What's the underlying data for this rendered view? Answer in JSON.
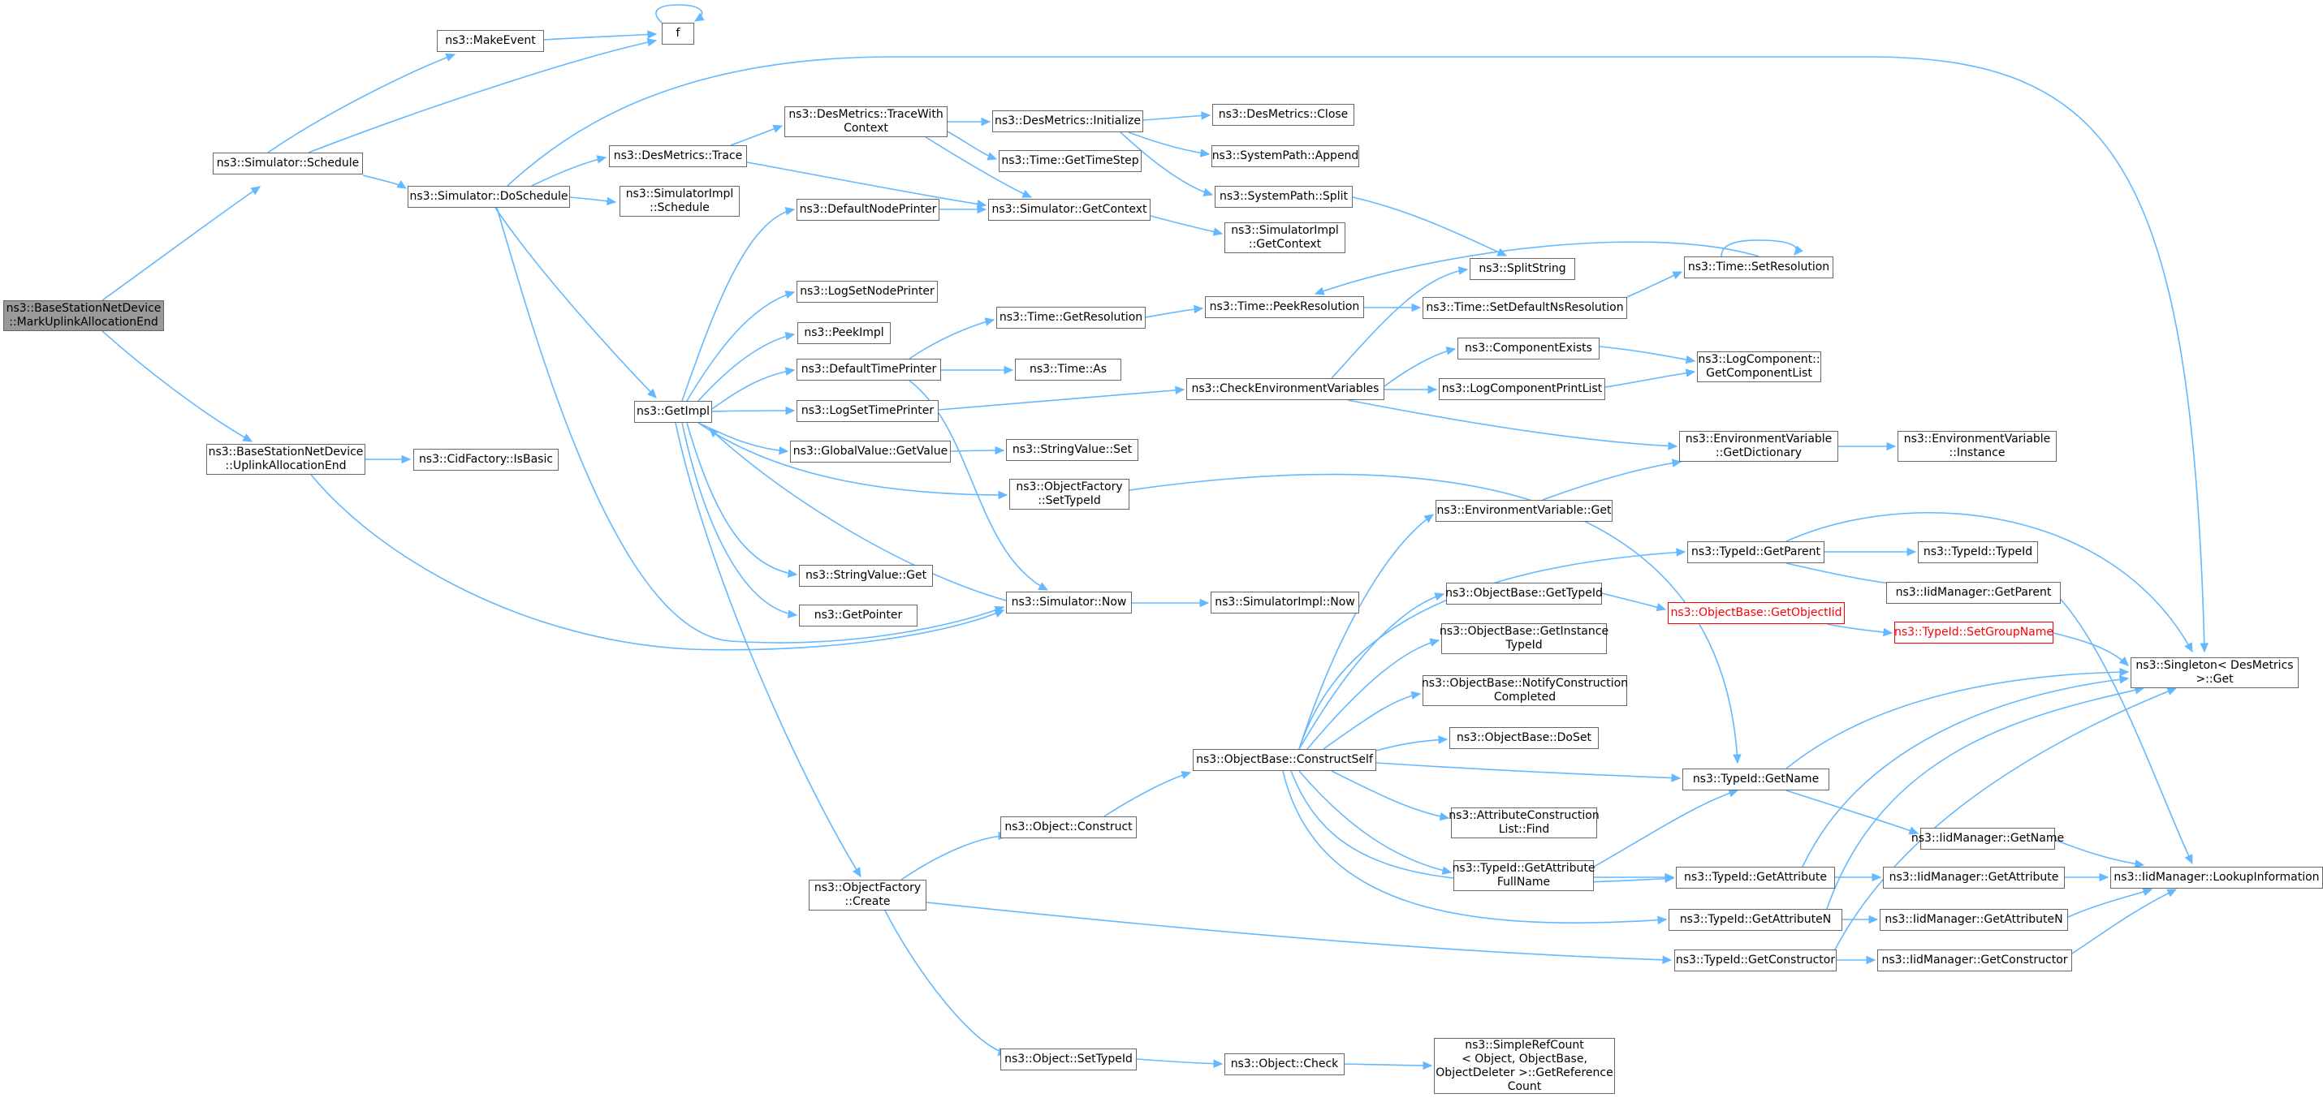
{
  "colors": {
    "edge": "#63b8ff",
    "node_border": "#666666",
    "root_fill": "#999999",
    "truncated_border": "#ff0000"
  },
  "nodes": [
    {
      "id": "root",
      "lines": [
        "ns3::BaseStationNetDevice",
        "::MarkUplinkAllocationEnd"
      ],
      "style": "root"
    },
    {
      "id": "schedule",
      "lines": [
        "ns3::Simulator::Schedule"
      ]
    },
    {
      "id": "uplinkend",
      "lines": [
        "ns3::BaseStationNetDevice",
        "::UplinkAllocationEnd"
      ]
    },
    {
      "id": "makeevent",
      "lines": [
        "ns3::MakeEvent"
      ]
    },
    {
      "id": "f",
      "lines": [
        "f"
      ]
    },
    {
      "id": "doschedule",
      "lines": [
        "ns3::Simulator::DoSchedule"
      ]
    },
    {
      "id": "cidfactory",
      "lines": [
        "ns3::CidFactory::IsBasic"
      ]
    },
    {
      "id": "dmtrace",
      "lines": [
        "ns3::DesMetrics::Trace"
      ]
    },
    {
      "id": "simimplsched",
      "lines": [
        "ns3::SimulatorImpl",
        "::Schedule"
      ]
    },
    {
      "id": "getimpl",
      "lines": [
        "ns3::GetImpl"
      ]
    },
    {
      "id": "tracewith",
      "lines": [
        "ns3::DesMetrics::TraceWith",
        "Context"
      ]
    },
    {
      "id": "defnodeprinter",
      "lines": [
        "ns3::DefaultNodePrinter"
      ]
    },
    {
      "id": "logsetnode",
      "lines": [
        "ns3::LogSetNodePrinter"
      ]
    },
    {
      "id": "peekimpl",
      "lines": [
        "ns3::PeekImpl"
      ]
    },
    {
      "id": "deftimeprinter",
      "lines": [
        "ns3::DefaultTimePrinter"
      ]
    },
    {
      "id": "logsettime",
      "lines": [
        "ns3::LogSetTimePrinter"
      ]
    },
    {
      "id": "gvgetvalue",
      "lines": [
        "ns3::GlobalValue::GetValue"
      ]
    },
    {
      "id": "strvalget",
      "lines": [
        "ns3::StringValue::Get"
      ]
    },
    {
      "id": "getpointer",
      "lines": [
        "ns3::GetPointer"
      ]
    },
    {
      "id": "ofcreate",
      "lines": [
        "ns3::ObjectFactory",
        "::Create"
      ]
    },
    {
      "id": "dminit",
      "lines": [
        "ns3::DesMetrics::Initialize"
      ]
    },
    {
      "id": "gettimestep",
      "lines": [
        "ns3::Time::GetTimeStep"
      ]
    },
    {
      "id": "getcontext",
      "lines": [
        "ns3::Simulator::GetContext"
      ]
    },
    {
      "id": "getresolution",
      "lines": [
        "ns3::Time::GetResolution"
      ]
    },
    {
      "id": "timeas",
      "lines": [
        "ns3::Time::As"
      ]
    },
    {
      "id": "strvalset",
      "lines": [
        "ns3::StringValue::Set"
      ]
    },
    {
      "id": "ofsettypeid",
      "lines": [
        "ns3::ObjectFactory",
        "::SetTypeId"
      ]
    },
    {
      "id": "simnow",
      "lines": [
        "ns3::Simulator::Now"
      ]
    },
    {
      "id": "objconstruct",
      "lines": [
        "ns3::Object::Construct"
      ]
    },
    {
      "id": "objsettypeid",
      "lines": [
        "ns3::Object::SetTypeId"
      ]
    },
    {
      "id": "dmclose",
      "lines": [
        "ns3::DesMetrics::Close"
      ]
    },
    {
      "id": "sysappend",
      "lines": [
        "ns3::SystemPath::Append"
      ]
    },
    {
      "id": "syssplit",
      "lines": [
        "ns3::SystemPath::Split"
      ]
    },
    {
      "id": "simimplgetctx",
      "lines": [
        "ns3::SimulatorImpl",
        "::GetContext"
      ]
    },
    {
      "id": "peekres",
      "lines": [
        "ns3::Time::PeekResolution"
      ]
    },
    {
      "id": "checkenv",
      "lines": [
        "ns3::CheckEnvironmentVariables"
      ]
    },
    {
      "id": "simimplnow",
      "lines": [
        "ns3::SimulatorImpl::Now"
      ]
    },
    {
      "id": "constructself",
      "lines": [
        "ns3::ObjectBase::ConstructSelf"
      ]
    },
    {
      "id": "objcheck",
      "lines": [
        "ns3::Object::Check"
      ]
    },
    {
      "id": "splitstring",
      "lines": [
        "ns3::SplitString"
      ]
    },
    {
      "id": "setdefaultns",
      "lines": [
        "ns3::Time::SetDefaultNsResolution"
      ]
    },
    {
      "id": "compexists",
      "lines": [
        "ns3::ComponentExists"
      ]
    },
    {
      "id": "logcompprint",
      "lines": [
        "ns3::LogComponentPrintList"
      ]
    },
    {
      "id": "envget",
      "lines": [
        "ns3::EnvironmentVariable::Get"
      ]
    },
    {
      "id": "obgettypeid",
      "lines": [
        "ns3::ObjectBase::GetTypeId"
      ]
    },
    {
      "id": "obgetinst",
      "lines": [
        "ns3::ObjectBase::GetInstance",
        "TypeId"
      ]
    },
    {
      "id": "obnotify",
      "lines": [
        "ns3::ObjectBase::NotifyConstruction",
        "Completed"
      ]
    },
    {
      "id": "obdoset",
      "lines": [
        "ns3::ObjectBase::DoSet"
      ]
    },
    {
      "id": "attrfind",
      "lines": [
        "ns3::AttributeConstruction",
        "List::Find"
      ]
    },
    {
      "id": "tidgetattrfull",
      "lines": [
        "ns3::TypeId::GetAttribute",
        "FullName"
      ]
    },
    {
      "id": "simplerefcount",
      "lines": [
        "ns3::SimpleRefCount",
        "< Object, ObjectBase,",
        "ObjectDeleter >::GetReference",
        "Count"
      ]
    },
    {
      "id": "setresolution",
      "lines": [
        "ns3::Time::SetResolution"
      ]
    },
    {
      "id": "logcompgetlist",
      "lines": [
        "ns3::LogComponent::",
        "GetComponentList"
      ]
    },
    {
      "id": "envgetdict",
      "lines": [
        "ns3::EnvironmentVariable",
        "::GetDictionary"
      ]
    },
    {
      "id": "tidgetparent",
      "lines": [
        "ns3::TypeId::GetParent"
      ]
    },
    {
      "id": "obgetobjectiid",
      "lines": [
        "ns3::ObjectBase::GetObjectIid"
      ],
      "style": "red"
    },
    {
      "id": "tidgetname",
      "lines": [
        "ns3::TypeId::GetName"
      ]
    },
    {
      "id": "tidgetattribute",
      "lines": [
        "ns3::TypeId::GetAttribute"
      ]
    },
    {
      "id": "tidgetattrn",
      "lines": [
        "ns3::TypeId::GetAttributeN"
      ]
    },
    {
      "id": "tidgetctor",
      "lines": [
        "ns3::TypeId::GetConstructor"
      ]
    },
    {
      "id": "envinstance",
      "lines": [
        "ns3::EnvironmentVariable",
        "::Instance"
      ]
    },
    {
      "id": "tidtypeid",
      "lines": [
        "ns3::TypeId::TypeId"
      ]
    },
    {
      "id": "iidgetparent",
      "lines": [
        "ns3::IidManager::GetParent"
      ]
    },
    {
      "id": "tidsetgroup",
      "lines": [
        "ns3::TypeId::SetGroupName"
      ],
      "style": "red"
    },
    {
      "id": "iidgetname",
      "lines": [
        "ns3::IidManager::GetName"
      ]
    },
    {
      "id": "iidgetattr",
      "lines": [
        "ns3::IidManager::GetAttribute"
      ]
    },
    {
      "id": "iidgetattrn",
      "lines": [
        "ns3::IidManager::GetAttributeN"
      ]
    },
    {
      "id": "iidgetctor",
      "lines": [
        "ns3::IidManager::GetConstructor"
      ]
    },
    {
      "id": "singleton",
      "lines": [
        "ns3::Singleton< DesMetrics",
        " >::Get"
      ]
    },
    {
      "id": "iidlookup",
      "lines": [
        "ns3::IidManager::LookupInformation"
      ]
    }
  ]
}
